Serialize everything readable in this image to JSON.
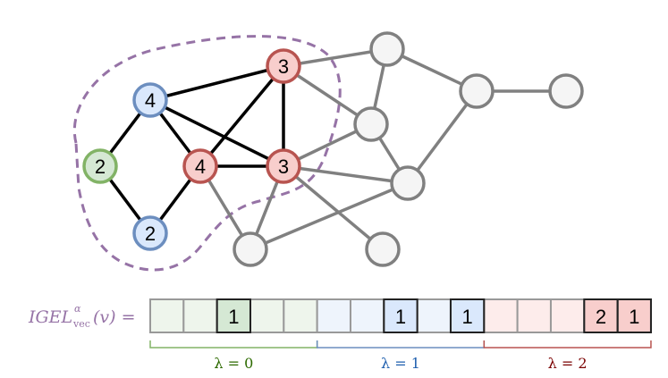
{
  "graph": {
    "nodes": {
      "a": "4",
      "b": "2",
      "c": "2",
      "d": "4",
      "e": "3",
      "f": "3"
    }
  },
  "vector": {
    "label": "IGEL",
    "label_sup": "α",
    "label_sub": "vec",
    "label_arg": "(v) =",
    "cells": [
      "",
      "",
      "1",
      "",
      "",
      "",
      "",
      "1",
      "",
      "1",
      "",
      "",
      "",
      "2",
      "1"
    ],
    "groups": [
      "λ = 0",
      "λ = 1",
      "λ = 2"
    ]
  },
  "colors": {
    "green": "#82b366",
    "blue": "#6c8ebf",
    "red": "#b85450",
    "purple": "#9673a6",
    "gray": "#808080"
  }
}
